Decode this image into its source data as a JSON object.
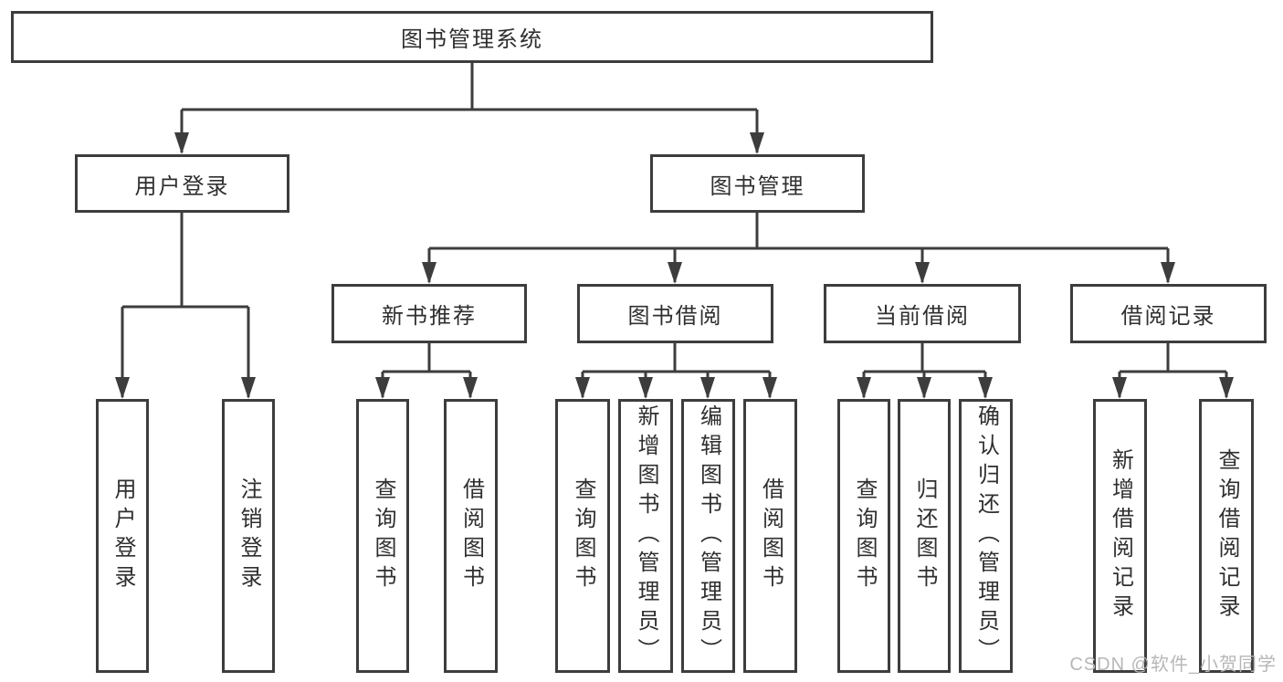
{
  "tree": {
    "label": "图书管理系统",
    "children": [
      {
        "label": "用户登录",
        "children": [
          {
            "label": "用户登录"
          },
          {
            "label": "注销登录"
          }
        ]
      },
      {
        "label": "图书管理",
        "children": [
          {
            "label": "新书推荐",
            "children": [
              {
                "label": "查询图书"
              },
              {
                "label": "借阅图书"
              }
            ]
          },
          {
            "label": "图书借阅",
            "children": [
              {
                "label": "查询图书"
              },
              {
                "label": "新增图书（管理员）"
              },
              {
                "label": "编辑图书（管理员）"
              },
              {
                "label": "借阅图书"
              }
            ]
          },
          {
            "label": "当前借阅",
            "children": [
              {
                "label": "查询图书"
              },
              {
                "label": "归还图书"
              },
              {
                "label": "确认归还（管理员）"
              }
            ]
          },
          {
            "label": "借阅记录",
            "children": [
              {
                "label": "新增借阅记录"
              },
              {
                "label": "查询借阅记录"
              }
            ]
          }
        ]
      }
    ]
  },
  "watermark": {
    "text": "CSDN @软件_小贺同学"
  },
  "colors": {
    "line": "#3d3d3d",
    "text": "#2f2f2f",
    "background": "#ffffff",
    "box_fill": "#ffffff",
    "watermark": "#b7b7b7"
  }
}
